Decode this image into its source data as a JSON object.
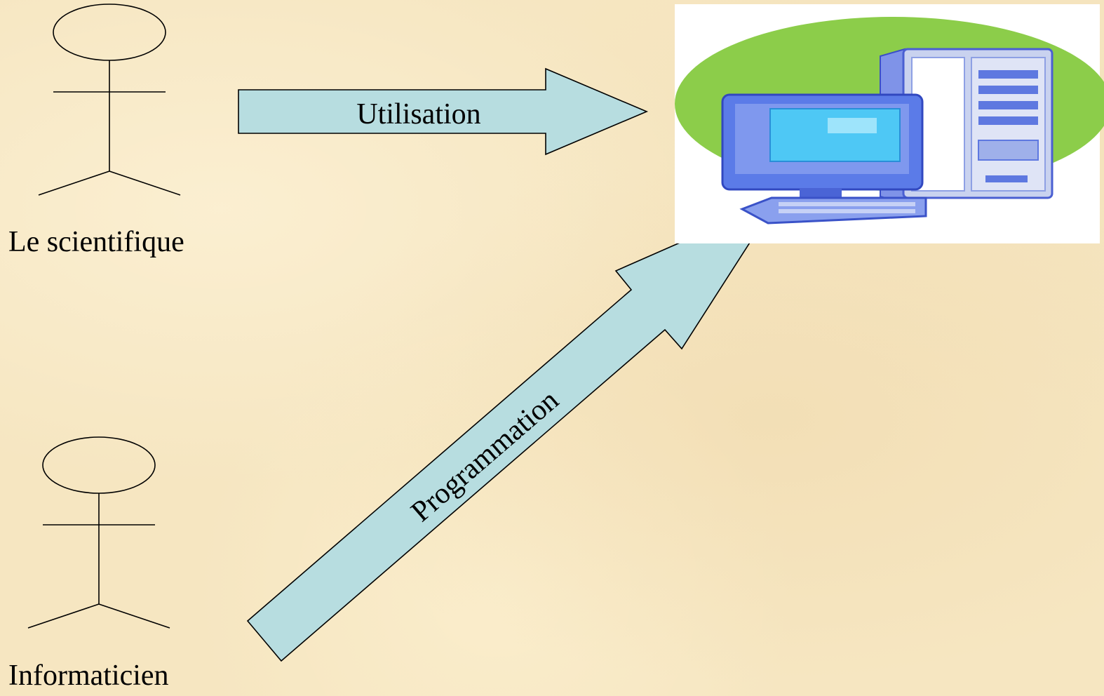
{
  "actors": [
    {
      "id": "scientist",
      "label": "Le scientifique"
    },
    {
      "id": "developer",
      "label": "Informaticien"
    }
  ],
  "arrows": [
    {
      "id": "usage",
      "label": "Utilisation"
    },
    {
      "id": "programming",
      "label": "Programmation"
    }
  ],
  "target": {
    "icon": "computer-icon"
  },
  "colors": {
    "background": "#f6e6c1",
    "arrow_fill": "#b7dde0",
    "stroke": "#000000",
    "ellipse": "#8ccd4a",
    "monitor": "#5b7be8",
    "screen": "#4ec8f5"
  }
}
